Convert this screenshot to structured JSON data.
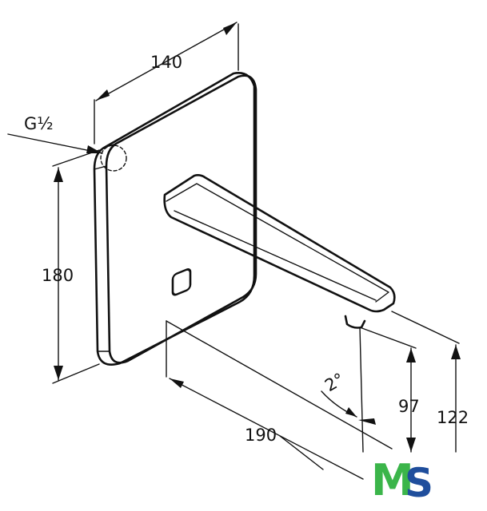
{
  "dimensions": {
    "width_140": "140",
    "thread_g12": "G½",
    "height_180": "180",
    "spout_190": "190",
    "angle_2deg": "2°",
    "outlet_97": "97",
    "total_122": "122"
  },
  "logo": {
    "letter_m": "M",
    "letter_s": "S",
    "m_color": "#3bb54a",
    "s_color": "#1f4e9c"
  },
  "colors": {
    "line": "#111111",
    "background": "#ffffff"
  }
}
